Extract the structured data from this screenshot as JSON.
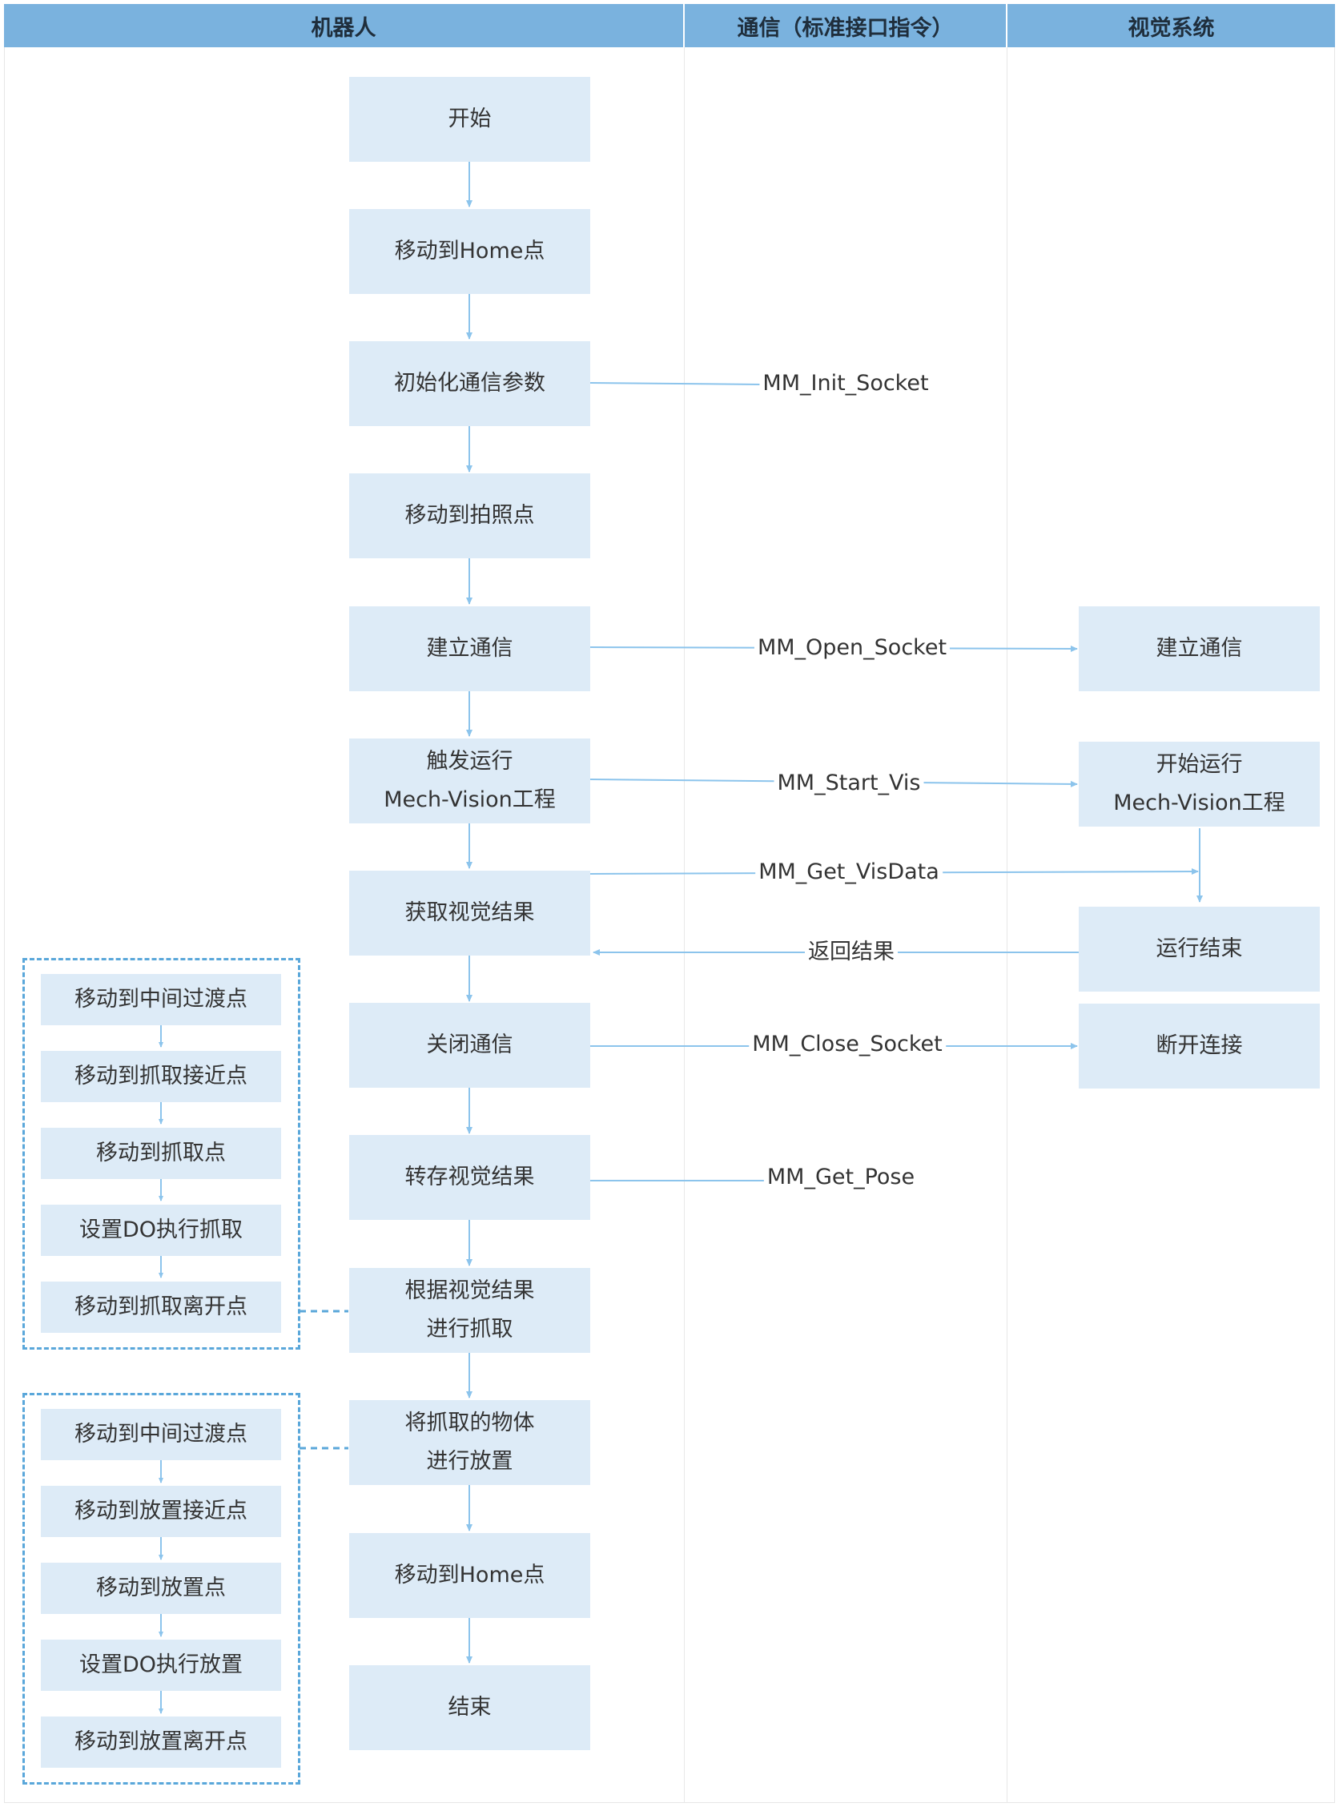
{
  "lanes": {
    "robot": "机器人",
    "communication": "通信（标准接口指令）",
    "vision": "视觉系统"
  },
  "robot_flow": {
    "start": "开始",
    "move_home_1": "移动到Home点",
    "init_comm": "初始化通信参数",
    "move_photo": "移动到拍照点",
    "open_comm": "建立通信",
    "trigger_run_l1": "触发运行",
    "trigger_run_l2": "Mech-Vision工程",
    "get_result": "获取视觉结果",
    "close_comm": "关闭通信",
    "store_result": "转存视觉结果",
    "pick_l1": "根据视觉结果",
    "pick_l2": "进行抓取",
    "place_l1": "将抓取的物体",
    "place_l2": "进行放置",
    "move_home_2": "移动到Home点",
    "end": "结束"
  },
  "vision_flow": {
    "open_comm": "建立通信",
    "start_run_l1": "开始运行",
    "start_run_l2": "Mech-Vision工程",
    "run_done": "运行结束",
    "disconnect": "断开连接"
  },
  "commands": {
    "init_socket": "MM_Init_Socket",
    "open_socket": "MM_Open_Socket",
    "start_vis": "MM_Start_Vis",
    "get_visdata": "MM_Get_VisData",
    "return_result": "返回结果",
    "close_socket": "MM_Close_Socket",
    "get_pose": "MM_Get_Pose"
  },
  "pick_steps": [
    "移动到中间过渡点",
    "移动到抓取接近点",
    "移动到抓取点",
    "设置DO执行抓取",
    "移动到抓取离开点"
  ],
  "place_steps": [
    "移动到中间过渡点",
    "移动到放置接近点",
    "移动到放置点",
    "设置DO执行放置",
    "移动到放置离开点"
  ],
  "colors": {
    "header": "#7ab2de",
    "box": "#ddebf7",
    "line": "#8cc4ec",
    "dashed": "#5aa7da"
  }
}
